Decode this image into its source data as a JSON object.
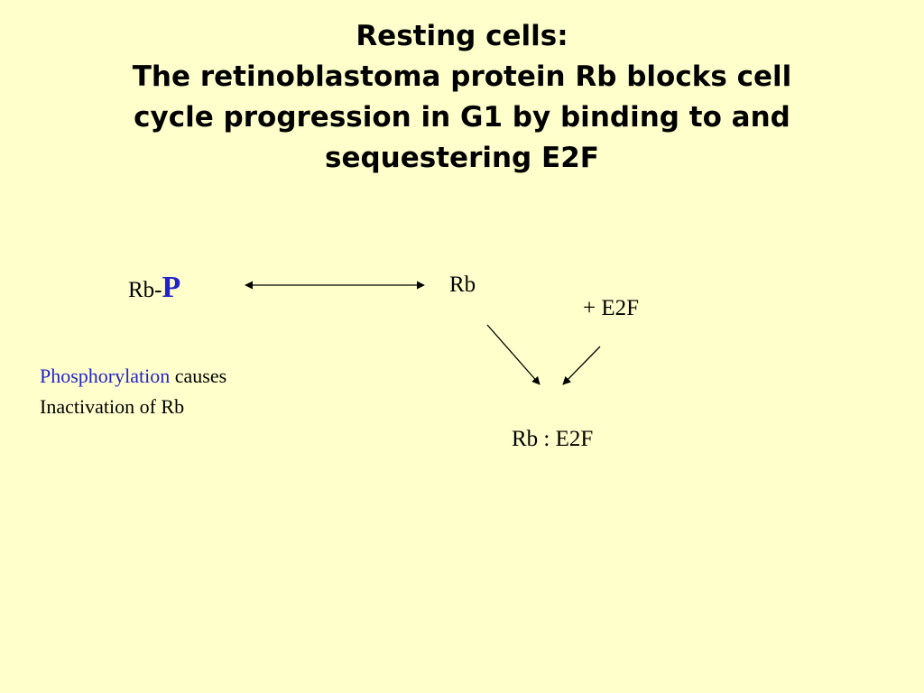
{
  "slide": {
    "title_lines": [
      "Resting cells:",
      "The retinoblastoma protein Rb blocks cell",
      "cycle progression in G1 by binding to and",
      "sequestering E2F"
    ]
  },
  "diagram": {
    "rb_phospho_prefix": "Rb-",
    "rb_phospho_p": "P",
    "rb": "Rb",
    "plus_e2f": "+  E2F",
    "complex": "Rb : E2F"
  },
  "note": {
    "phosphorylation": "Phosphorylation",
    "causes": " causes",
    "line2": "Inactivation of Rb"
  },
  "colors": {
    "background": "#ffffcc",
    "accent_blue": "#2222cc",
    "text": "#000000"
  }
}
